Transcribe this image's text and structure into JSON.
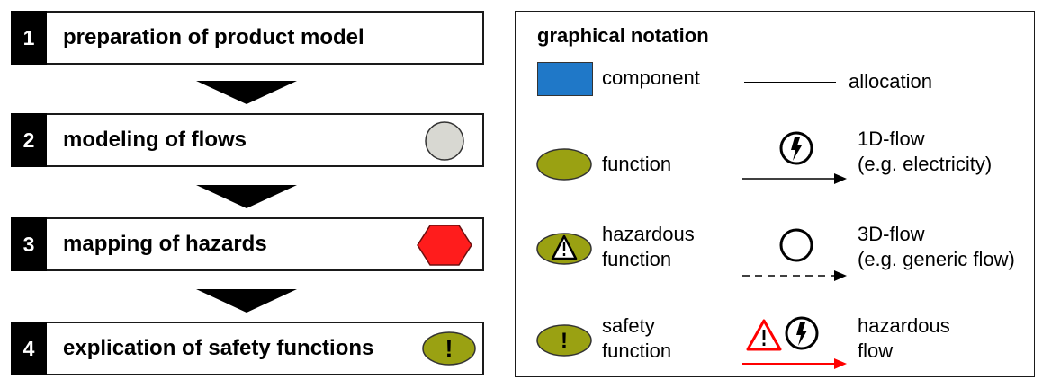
{
  "steps": [
    {
      "number": "1",
      "label": "preparation of product model"
    },
    {
      "number": "2",
      "label": "modeling of flows"
    },
    {
      "number": "3",
      "label": "mapping of hazards"
    },
    {
      "number": "4",
      "label": "explication of safety functions"
    }
  ],
  "icons": {
    "flow_circle": "circle-icon",
    "hazard_hexagon": "hexagon-icon",
    "safety_function": "exclamation-ellipse-icon"
  },
  "colors": {
    "component": "#1f78c8",
    "function": "#9aa112",
    "hazard": "#ff1c1c",
    "flow_circle_fill": "#d8d8d2",
    "hazardous_flow": "#ff0000"
  },
  "legend": {
    "title": "graphical notation",
    "component": "component",
    "allocation": "allocation",
    "function": "function",
    "hazardous_function_line1": "hazardous",
    "hazardous_function_line2": "function",
    "safety_function_line1": "safety",
    "safety_function_line2": "function",
    "flow_1d_line1": "1D-flow",
    "flow_1d_line2": "(e.g. electricity)",
    "flow_3d_line1": "3D-flow",
    "flow_3d_line2": "(e.g. generic flow)",
    "hazardous_flow_line1": "hazardous",
    "hazardous_flow_line2": "flow",
    "exclamation_mark": "!"
  }
}
